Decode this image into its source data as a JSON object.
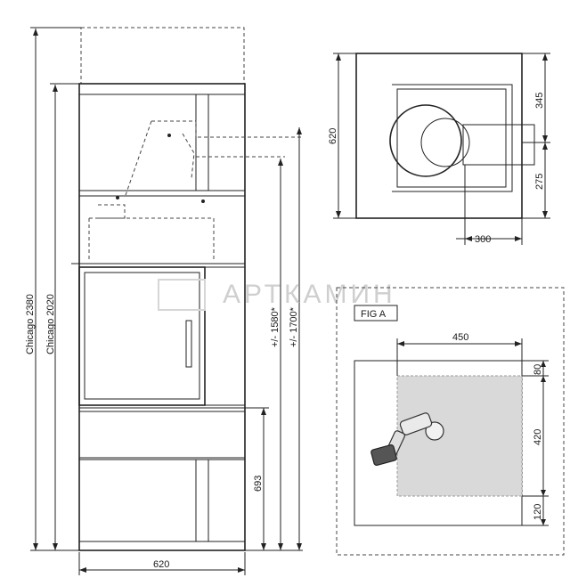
{
  "watermark": "АРТКАМИН",
  "front_view": {
    "dims": {
      "total_height": "Chicago 2380",
      "body_height": "Chicago 2020",
      "firebox_height_1": "+/- 1580*",
      "firebox_height_2": "+/- 1700*",
      "lower_height": "693",
      "width": "620"
    }
  },
  "top_view": {
    "dims": {
      "depth": "620",
      "top_offset": "345",
      "bottom_offset": "275",
      "side_offset": "300"
    }
  },
  "fig_a": {
    "label": "FIG A",
    "dims": {
      "width": "450",
      "top": "80",
      "middle": "420",
      "bottom": "120"
    }
  },
  "colors": {
    "line": "#222222",
    "hatch_fill": "#d9d9d9",
    "watermark": "#cfcfcf"
  }
}
